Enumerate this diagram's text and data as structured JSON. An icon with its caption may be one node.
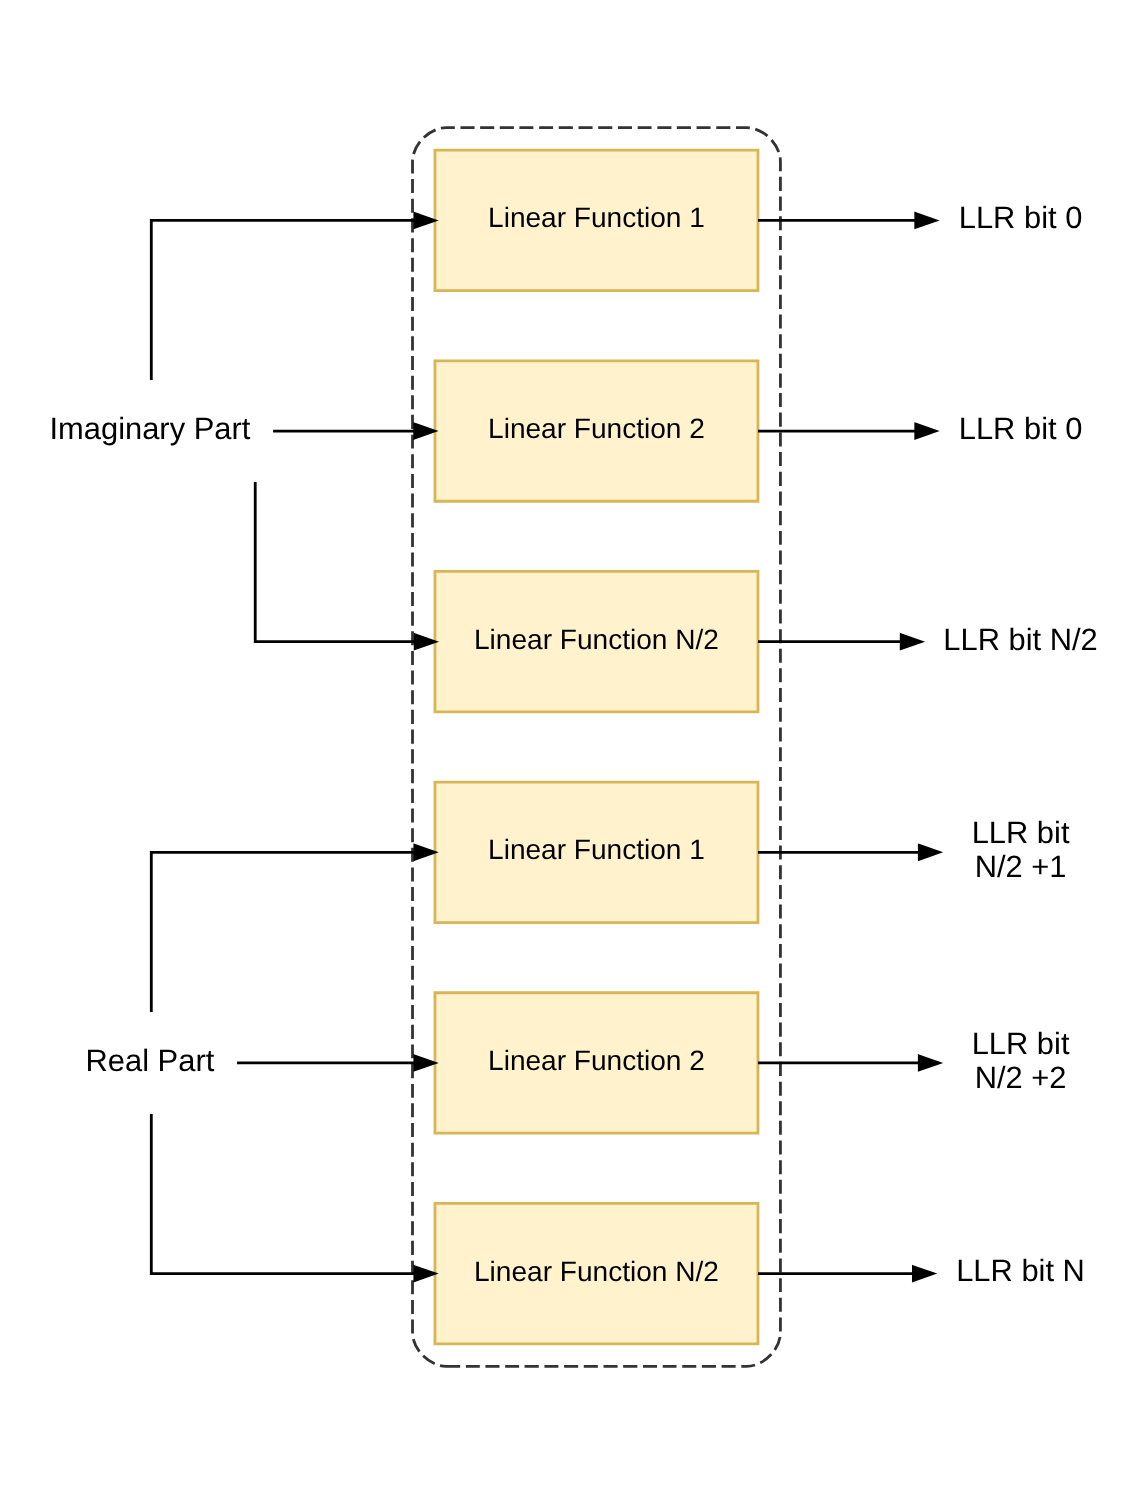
{
  "diagram": {
    "nodes": [
      {
        "text": [],
        "shape": "box"
      },
      {
        "text": [
          "Imaginary Part"
        ]
      },
      {
        "text": [
          "Linear Function 1"
        ],
        "in": 0
      },
      {
        "text": [
          "Linear Function 2"
        ],
        "in": 0
      },
      {
        "text": [
          "Linear Function N/2"
        ],
        "in": 0
      },
      {
        "text": [
          "Linear Function 1"
        ],
        "in": 0
      },
      {
        "text": [
          "Linear Function 2"
        ],
        "in": 0
      },
      {
        "text": [
          "Linear Function N/2"
        ],
        "in": 0
      },
      {
        "text": [
          "Real Part"
        ]
      },
      {
        "text": [
          "LLR bit 0"
        ]
      },
      {
        "text": [
          "LLR bit 0"
        ]
      },
      {
        "text": [
          "LLR bit N/2"
        ]
      },
      {
        "text": [
          "LLR bit N/2 +1"
        ]
      },
      {
        "text": [
          "LLR bit N/2 +2"
        ]
      },
      {
        "text": [
          "LLR bit N"
        ]
      }
    ],
    "edges": [
      {
        "from": 1,
        "to": 2,
        "arrow": "to"
      },
      {
        "from": 1,
        "to": 3,
        "arrow": "to"
      },
      {
        "from": 1,
        "to": 4,
        "arrow": "to"
      },
      {
        "from": 8,
        "to": 5,
        "arrow": "to"
      },
      {
        "from": 8,
        "to": 6,
        "arrow": "to"
      },
      {
        "from": 8,
        "to": 7,
        "arrow": "to"
      },
      {
        "from": 2,
        "to": 9,
        "arrow": "to"
      },
      {
        "from": 3,
        "to": 10,
        "arrow": "to"
      },
      {
        "from": 4,
        "to": 11,
        "arrow": "to"
      },
      {
        "from": 5,
        "to": 12,
        "arrow": "to"
      },
      {
        "from": 6,
        "to": 13,
        "arrow": "to"
      },
      {
        "from": 7,
        "to": 14,
        "arrow": "to"
      }
    ]
  }
}
